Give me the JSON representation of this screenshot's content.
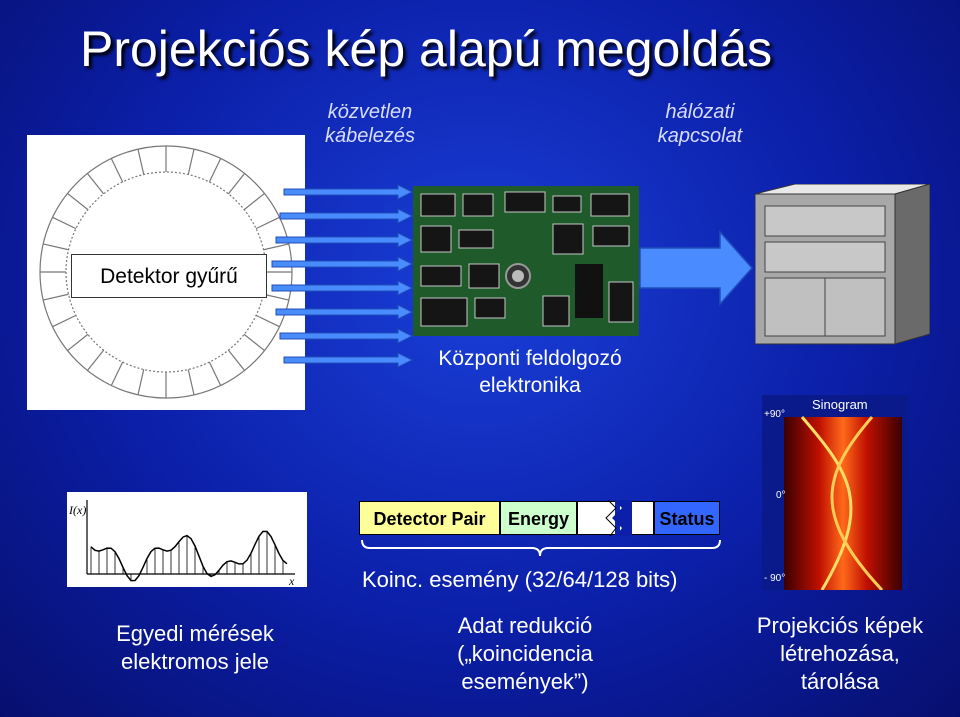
{
  "title": "Projekciós kép alapú megoldás",
  "labels": {
    "direct_cabling": [
      "közvetlen",
      "kábelezés"
    ],
    "network_link": [
      "hálózati",
      "kapcsolat"
    ],
    "detector_ring": "Detektor gyűrű",
    "central_electronics": [
      "Központi feldolgozó",
      "elektronika"
    ],
    "sinogram_title": "Sinogram",
    "sinogram_axis": [
      "+90°",
      "0°",
      "- 90°"
    ],
    "signal_axis_y": "I(x)",
    "signal_axis_x": "x"
  },
  "packet": {
    "fields": [
      {
        "label": "Detector Pair",
        "color": "#ffff99"
      },
      {
        "label": "Energy",
        "color": "#ccffcc"
      },
      {
        "label": "",
        "color": "#ffffff"
      },
      {
        "label": "",
        "color": "#ffffff"
      },
      {
        "label": "Status",
        "color": "#3366ff"
      }
    ],
    "caption": "Koinc. esemény (32/64/128 bits)"
  },
  "captions": {
    "signals": [
      "Egyedi mérések",
      "elektromos jele"
    ],
    "reduction": [
      "Adat redukció",
      "(„koincidencia",
      "események”)"
    ],
    "projections": [
      "Projekciós képek",
      "létrehozása,",
      "tárolása"
    ]
  },
  "colors": {
    "background": "#0b1fa8",
    "arrow": "#4a8cff",
    "pcb": "#1e5a2a"
  }
}
